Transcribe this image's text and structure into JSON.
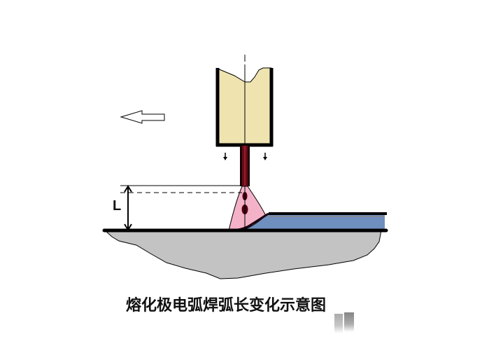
{
  "diagram": {
    "title": "熔化极电弧焊弧长变化示意图",
    "arc_length_label": "L",
    "icons": {
      "travel_direction": "left-arrow-outline",
      "wire_feed": "down-arrow"
    },
    "parts": [
      "contact-tube",
      "electrode-wire",
      "welding-arc",
      "molten-droplets",
      "weld-bead",
      "base-metal",
      "centerline"
    ],
    "colors": {
      "contact_tube_fill": "#EFE4B0",
      "electrode_wire": "#5A0A14",
      "arc_fill": "#F4B2C8",
      "weld_bead_fill": "#6F8FBF",
      "base_metal_fill": "#C3C3C3",
      "outline": "#000000"
    }
  }
}
